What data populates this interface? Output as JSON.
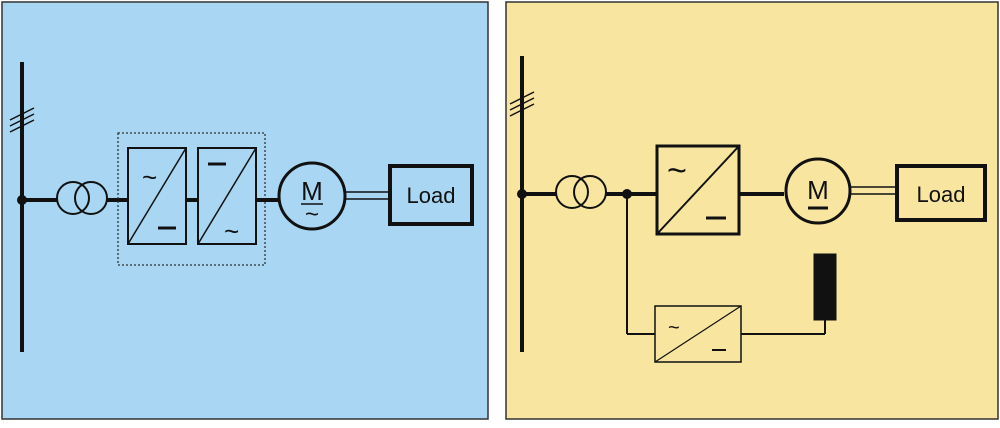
{
  "colors": {
    "left_panel_bg": "#a9d6f2",
    "right_panel_bg": "#f8e6a0",
    "line": "#111111"
  },
  "left_diagram": {
    "motor_label": "M",
    "motor_sublabel": "~",
    "load_label": "Load",
    "converter_1": {
      "top_symbol": "~",
      "bottom_symbol": "—"
    },
    "converter_2": {
      "top_symbol": "—",
      "bottom_symbol": "~"
    }
  },
  "right_diagram": {
    "motor_label": "M",
    "motor_sublabel": "—",
    "load_label": "Load",
    "main_converter": {
      "top_symbol": "~",
      "bottom_symbol": "—"
    },
    "charger_converter": {
      "top_symbol": "~",
      "bottom_symbol": "—"
    }
  }
}
